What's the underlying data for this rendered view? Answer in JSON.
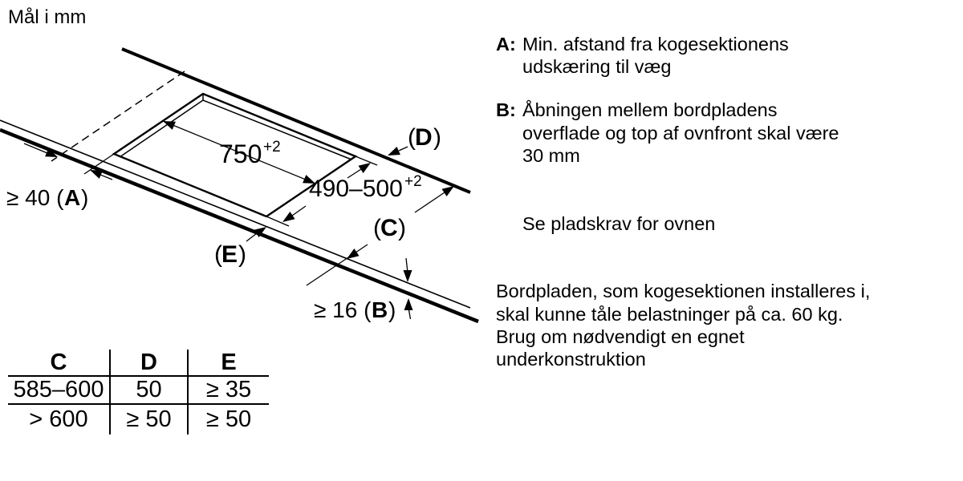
{
  "title": "Mål i mm",
  "diagram": {
    "dim_width": {
      "value": "750",
      "tolerance": "+2"
    },
    "dim_depth": {
      "value": "490–500",
      "tolerance": "+2"
    },
    "label_a": {
      "prefix": "≥ 40 (",
      "letter": "A",
      "close": ")"
    },
    "label_b": {
      "prefix": "≥ 16 (",
      "letter": "B",
      "close": ")"
    },
    "label_c": {
      "open": "(",
      "letter": "C",
      "close": ")"
    },
    "label_d": {
      "open": "(",
      "letter": "D",
      "close": ")"
    },
    "label_e": {
      "open": "(",
      "letter": "E",
      "close": ")"
    }
  },
  "notes": {
    "a_label": "A:",
    "a_lines": [
      "Min. afstand fra kogesektionens",
      "udskæring til væg"
    ],
    "b_label": "B:",
    "b_lines": [
      "Åbningen mellem bordpladens",
      "overflade og top af ovnfront skal være",
      "30 mm"
    ],
    "see_note": "Se pladskrav for ovnen",
    "para_lines": [
      "Bordpladen, som kogesektionen installeres i,",
      "skal kunne tåle belastninger på ca. 60 kg.",
      "Brug om nødvendigt en egnet",
      "underkonstruktion"
    ]
  },
  "table": {
    "headers": [
      "C",
      "D",
      "E"
    ],
    "rows": [
      [
        "585–600",
        "50",
        "≥ 35"
      ],
      [
        "> 600",
        "≥ 50",
        "≥ 50"
      ]
    ]
  },
  "colors": {
    "ink": "#000000",
    "paper": "#ffffff"
  }
}
